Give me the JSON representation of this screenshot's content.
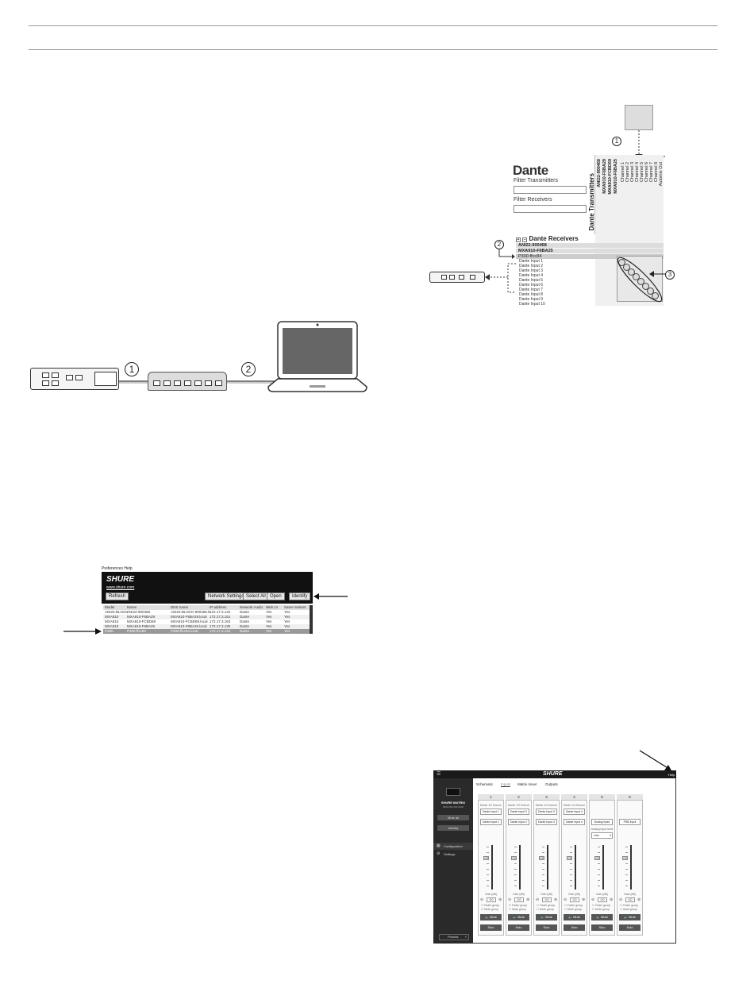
{
  "dante": {
    "logo": "Dante",
    "filter_transmitters": "Filter Transmitters",
    "filter_receivers": "Filter Receivers",
    "transmitters_label": "Dante Transmitters",
    "receivers_label": "Dante Receivers",
    "transmitters": [
      "ANI22-900468",
      "MXA910-F6BA29",
      "MXA910-FCBD69",
      "MXA910-F6BA25"
    ],
    "channels": [
      "Channel 1",
      "Channel 2",
      "Channel 3",
      "Channel 4",
      "Channel 5",
      "Channel 6",
      "Channel 7",
      "Channel 8",
      "Automix Out"
    ],
    "receivers": [
      "ANI22-900468",
      "MXA910-F6BA25",
      "P300-ffcc84"
    ],
    "inputs": [
      "Dante Input 1",
      "Dante Input 2",
      "Dante Input 3",
      "Dante Input 4",
      "Dante Input 5",
      "Dante Input 6",
      "Dante Input 7",
      "Dante Input 8",
      "Dante Input 9",
      "Dante Input 10"
    ],
    "callouts": [
      "1",
      "2",
      "3"
    ]
  },
  "network_callouts": [
    "1",
    "2"
  ],
  "finder": {
    "menu": "Preferences   Help",
    "logo": "SHURE",
    "url": "www.shure.com",
    "buttons": {
      "refresh": "Refresh",
      "network_settings": "Network Settings",
      "select_all": "Select All",
      "open": "Open",
      "identify": "Identify"
    },
    "columns": [
      "Model",
      "Name",
      "DNS name",
      "IP address",
      "Network Audio",
      "Web UI",
      "Same Subnet"
    ],
    "rows": [
      [
        "ANI22-BLOCK",
        "ANI22-900468",
        "ANI22-BLOCK-900468.lo...",
        "172.17.3.142",
        "Dante",
        "Yes",
        "Yes"
      ],
      [
        "MXA910",
        "MXA910-F6BA29",
        "MXA910-F6BA29.local",
        "172.17.3.151",
        "Dante",
        "Yes",
        "Yes"
      ],
      [
        "MXA910",
        "MXA910-FCBD69",
        "MXA910-FCBD69.local",
        "172.17.3.163",
        "Dante",
        "Yes",
        "Yes"
      ],
      [
        "MXA910",
        "MXA910-F6BA25",
        "MXA910-F6BA25.local",
        "172.17.3.130",
        "Dante",
        "Yes",
        "Yes"
      ],
      [
        "P300",
        "P300-ffcc84",
        "P300-ffcc84.local",
        "172.17.3.134",
        "Dante",
        "Yes",
        "Yes"
      ]
    ]
  },
  "designer": {
    "logo": "SHURE",
    "device_name": "SHURE MATRIX",
    "device_sub": "0000-000-000 0000",
    "mute_all": "Mute all",
    "identify": "Identify",
    "nav_configuration": "Configuration",
    "nav_settings": "Settings",
    "footer": "Presets",
    "tabs": [
      "Schematic",
      "Inputs",
      "Matrix mixer",
      "Outputs"
    ],
    "channels": [
      {
        "num": "1",
        "source": "Dante 1/2 Source",
        "route": "Dante Input 1",
        "name": "Dante Input 1",
        "gain_label": "Gain (dB)",
        "gain": "0.0"
      },
      {
        "num": "2",
        "source": "Dante 1/2 Source",
        "route": "Dante Input 2",
        "name": "Dante Input 2",
        "gain_label": "Gain (dB)",
        "gain": "0.0"
      },
      {
        "num": "3",
        "source": "Dante 1/4 Source",
        "route": "Dante Input 3",
        "name": "Dante Input 3",
        "gain_label": "Gain (dB)",
        "gain": "0.0"
      },
      {
        "num": "4",
        "source": "Dante 1/4 Source",
        "route": "Dante Input 4",
        "name": "Dante Input 4",
        "gain_label": "Gain (dB)",
        "gain": "0.0"
      },
      {
        "num": "5",
        "source": "",
        "route": "",
        "name": "Analog Input",
        "gain_label": "Gain (dB)",
        "gain": "0.0"
      },
      {
        "num": "6",
        "source": "",
        "route": "",
        "name": "PSB Input",
        "gain_label": "Gain (dB)",
        "gain": "0.0"
      }
    ],
    "analog_level_label": "Analog input level",
    "analog_level_value": "Line",
    "fader_group": "Fader group",
    "mute_group": "Mute group",
    "mute_btn": "Mute",
    "solo_btn": "Solo",
    "help": "Help"
  }
}
